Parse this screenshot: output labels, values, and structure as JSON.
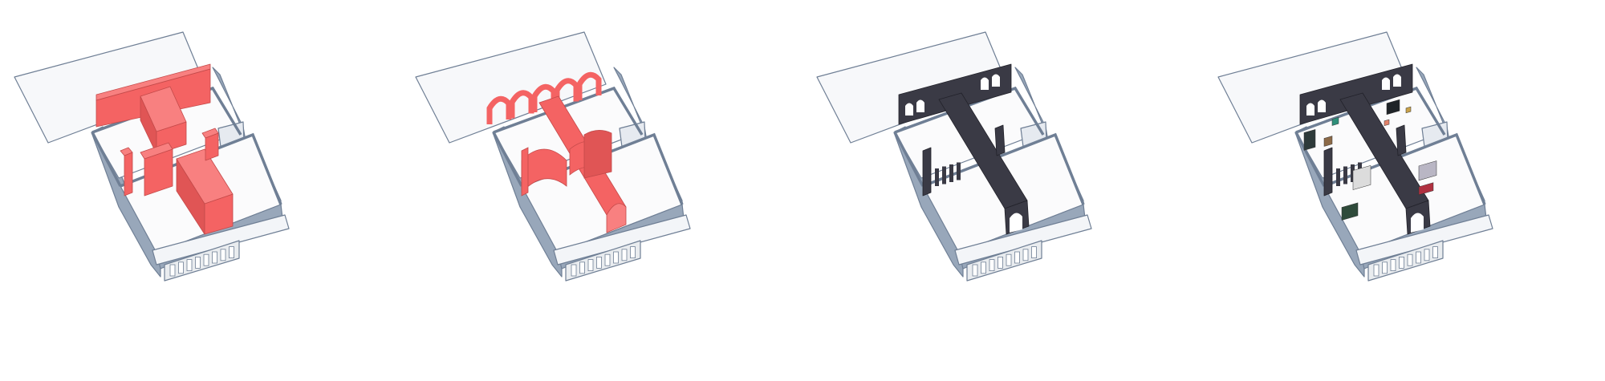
{
  "figure": {
    "panels": [
      {
        "id": "massing",
        "volume_style": "solid-blocks",
        "volume_color": "#f46363",
        "furnished": false
      },
      {
        "id": "vaults",
        "volume_style": "arched-vaults",
        "volume_color": "#f46363",
        "furnished": false
      },
      {
        "id": "walls",
        "volume_style": "arched-walls",
        "volume_color": "#3a3a45",
        "furnished": false
      },
      {
        "id": "furnished",
        "volume_style": "arched-walls",
        "volume_color": "#3a3a45",
        "furnished": true
      }
    ],
    "colors": {
      "outline": "#6f7f95",
      "wall_side": "#98a7ba",
      "wall_top": "#c6cfdb",
      "floor": "#fbfbfc",
      "roof_plane": "#f7f8fa",
      "accent_red": "#f46363",
      "accent_dark": "#3a3a45",
      "facade": "#e9ecef"
    }
  }
}
